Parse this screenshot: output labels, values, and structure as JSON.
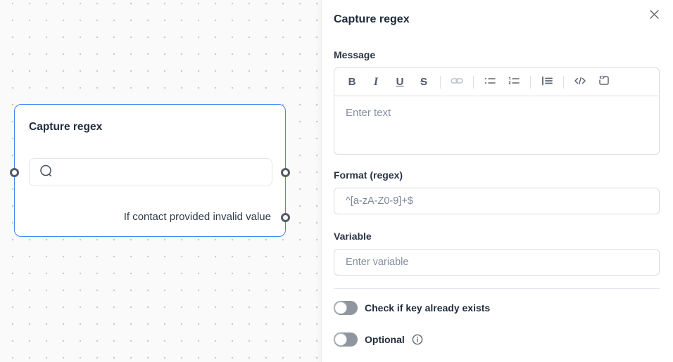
{
  "canvas": {
    "node": {
      "title": "Capture regex",
      "invalid_branch_label": "If contact provided invalid value"
    }
  },
  "panel": {
    "title": "Capture regex",
    "message": {
      "label": "Message",
      "placeholder": "Enter text",
      "toolbar": {
        "bold": "B",
        "italic": "I",
        "underline": "U",
        "strikethrough": "S"
      },
      "toolbar_icons": [
        "link-icon",
        "bullet-list-icon",
        "ordered-list-icon",
        "blockquote-icon",
        "code-icon",
        "code-block-icon"
      ]
    },
    "format": {
      "label": "Format (regex)",
      "value": "^[a-zA-Z0-9]+$"
    },
    "variable": {
      "label": "Variable",
      "placeholder": "Enter variable"
    },
    "toggles": {
      "check_key": {
        "label": "Check if key already exists",
        "state": "off"
      },
      "optional": {
        "label": "Optional",
        "state": "off"
      }
    }
  },
  "colors": {
    "accent_blue": "#4186f5",
    "canvas_bg": "#fafafa",
    "panel_bg": "#ffffff",
    "border_gray": "#d9dce1",
    "text_dark": "#1f2b3e",
    "text_muted": "#848ea0",
    "toggle_off": "#8f969f",
    "port_ring": "#545b66"
  }
}
